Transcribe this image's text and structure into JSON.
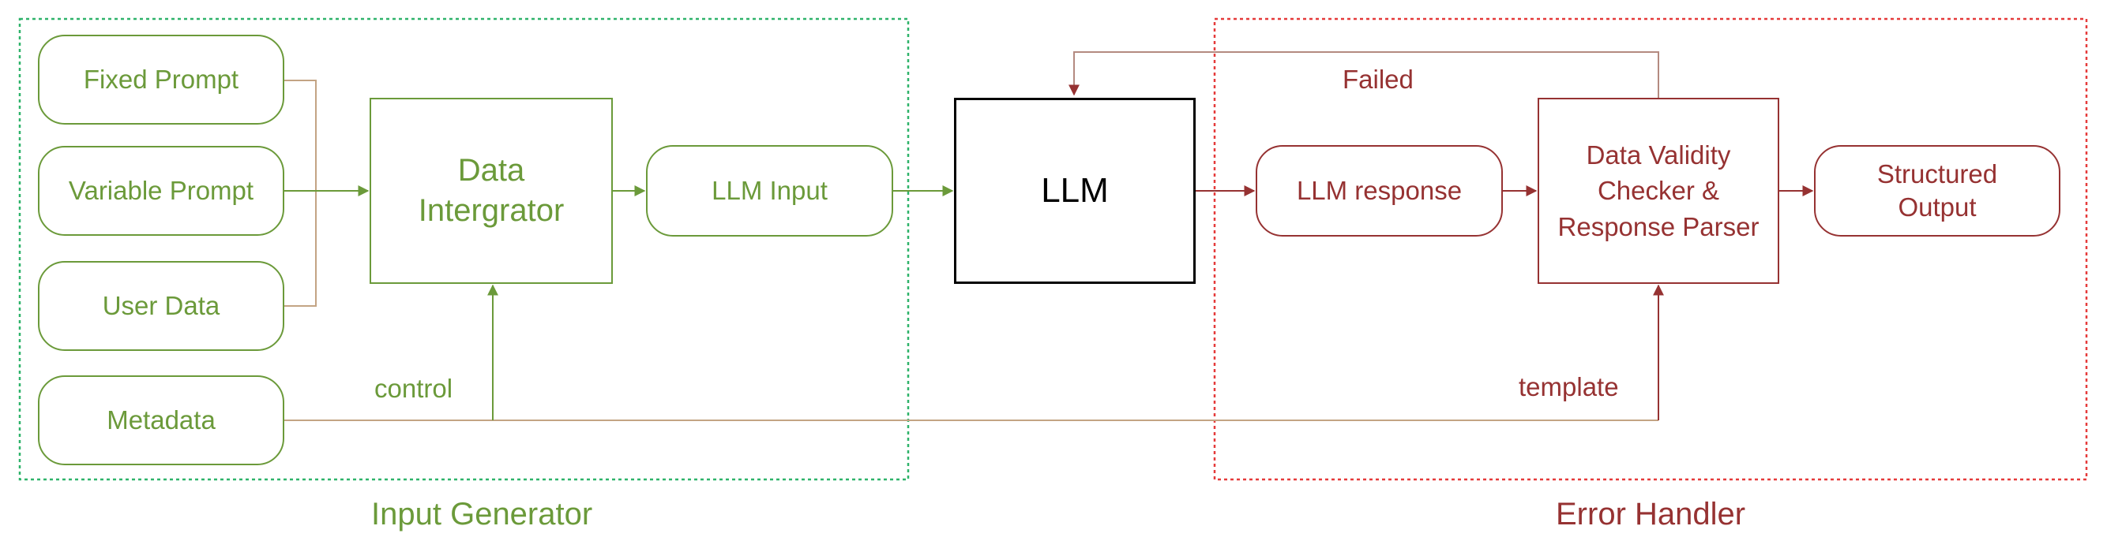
{
  "colors": {
    "green": "#6b9a3a",
    "red": "#963232",
    "black": "#000000",
    "green_group_border": "#2fb36a",
    "red_group_border": "#e53a3a",
    "green_connector": "#c3a484",
    "red_connector": "#b48a80"
  },
  "groups": {
    "input_generator": "Input Generator",
    "error_handler": "Error Handler"
  },
  "nodes": {
    "fixed_prompt": "Fixed Prompt",
    "variable_prompt": "Variable Prompt",
    "user_data": "User Data",
    "metadata": "Metadata",
    "data_integrator": "Data\nIntergrator",
    "llm_input": "LLM Input",
    "llm": "LLM",
    "llm_response": "LLM response",
    "validity_checker": "Data Validity\nChecker &\nResponse Parser",
    "structured_output": "Structured\nOutput"
  },
  "edge_labels": {
    "control": "control",
    "template": "template",
    "failed": "Failed"
  }
}
